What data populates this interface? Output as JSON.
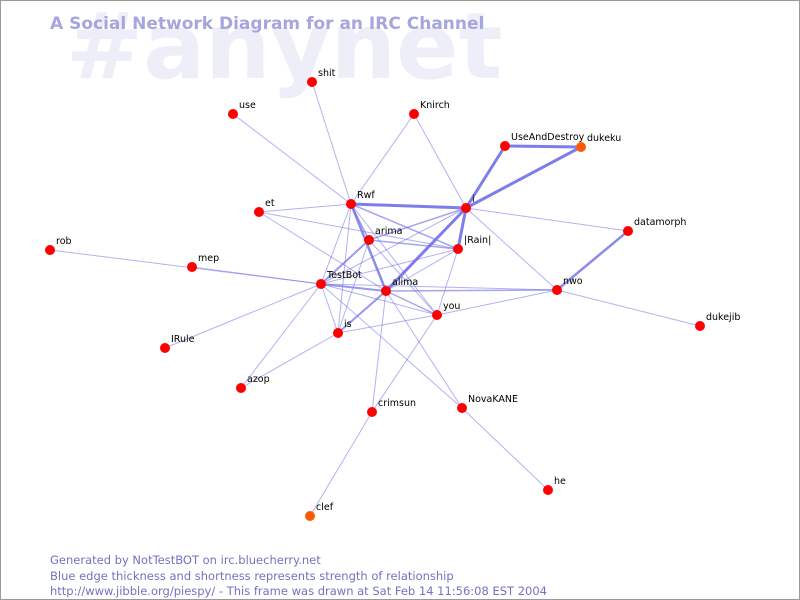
{
  "watermark": "#anynet",
  "title": "A Social Network Diagram for an IRC Channel",
  "footer": {
    "line1": "Generated by NotTestBOT on irc.bluecherry.net",
    "line2": "Blue edge thickness and shortness represents strength of relationship",
    "line3": "http://www.jibble.org/piespy/ - This frame was drawn at Sat Feb 14 11:56:08 EST 2004"
  },
  "colors": {
    "node": "#ff0000",
    "node_alt": "#ff5a00",
    "edge": "#6e6ee8"
  },
  "nodes": [
    {
      "id": "shit",
      "label": "shit"
    },
    {
      "id": "use",
      "label": "use"
    },
    {
      "id": "Knirch",
      "label": "Knirch"
    },
    {
      "id": "UseAndDestroy",
      "label": "UseAndDestroy"
    },
    {
      "id": "dukeku",
      "label": "dukeku",
      "alt": true
    },
    {
      "id": "Rwf",
      "label": "Rwf"
    },
    {
      "id": "et",
      "label": "et"
    },
    {
      "id": "i",
      "label": "i"
    },
    {
      "id": "arima",
      "label": "arima"
    },
    {
      "id": "Rain",
      "label": "|Rain|"
    },
    {
      "id": "datamorph",
      "label": "datamorph"
    },
    {
      "id": "rob",
      "label": "rob"
    },
    {
      "id": "mep",
      "label": "mep"
    },
    {
      "id": "TestBot",
      "label": "TestBot"
    },
    {
      "id": "alima",
      "label": "alima"
    },
    {
      "id": "nwo",
      "label": "nwo"
    },
    {
      "id": "you",
      "label": "you"
    },
    {
      "id": "dukejib",
      "label": "dukejib"
    },
    {
      "id": "is",
      "label": "is"
    },
    {
      "id": "IRule",
      "label": "IRule"
    },
    {
      "id": "azop",
      "label": "azop"
    },
    {
      "id": "crimsun",
      "label": "crimsun"
    },
    {
      "id": "NovaKANE",
      "label": "NovaKANE"
    },
    {
      "id": "he",
      "label": "he"
    },
    {
      "id": "clef",
      "label": "clef",
      "alt": true
    }
  ],
  "edges": [
    {
      "from": "i",
      "to": "UseAndDestroy",
      "weight": 3
    },
    {
      "from": "UseAndDestroy",
      "to": "dukeku",
      "weight": 3
    },
    {
      "from": "i",
      "to": "dukeku",
      "weight": 3
    },
    {
      "from": "Rwf",
      "to": "i",
      "weight": 3
    },
    {
      "from": "i",
      "to": "Rain",
      "weight": 3
    },
    {
      "from": "i",
      "to": "alima",
      "weight": 3
    },
    {
      "from": "datamorph",
      "to": "nwo",
      "weight": 2.5
    },
    {
      "from": "Rwf",
      "to": "alima",
      "weight": 2.5
    },
    {
      "from": "is",
      "to": "alima",
      "weight": 2
    },
    {
      "from": "arima",
      "to": "TestBot",
      "weight": 2
    },
    {
      "from": "TestBot",
      "to": "alima",
      "weight": 2
    },
    {
      "from": "Rwf",
      "to": "arima",
      "weight": 1.5
    },
    {
      "from": "arima",
      "to": "Rain",
      "weight": 1.5
    },
    {
      "from": "arima",
      "to": "i",
      "weight": 1.5
    },
    {
      "from": "Rwf",
      "to": "Rain",
      "weight": 1.5
    },
    {
      "from": "alima",
      "to": "you",
      "weight": 1.5
    },
    {
      "from": "alima",
      "to": "nwo",
      "weight": 1.5
    },
    {
      "from": "shit",
      "to": "Rwf",
      "weight": 1
    },
    {
      "from": "use",
      "to": "Rwf",
      "weight": 1
    },
    {
      "from": "Knirch",
      "to": "Rwf",
      "weight": 1
    },
    {
      "from": "Knirch",
      "to": "i",
      "weight": 1
    },
    {
      "from": "et",
      "to": "Rwf",
      "weight": 1
    },
    {
      "from": "et",
      "to": "Rain",
      "weight": 1
    },
    {
      "from": "et",
      "to": "alima",
      "weight": 1
    },
    {
      "from": "i",
      "to": "datamorph",
      "weight": 1
    },
    {
      "from": "i",
      "to": "nwo",
      "weight": 1
    },
    {
      "from": "i",
      "to": "TestBot",
      "weight": 1
    },
    {
      "from": "mep",
      "to": "TestBot",
      "weight": 1
    },
    {
      "from": "rob",
      "to": "TestBot",
      "weight": 1
    },
    {
      "from": "TestBot",
      "to": "Rain",
      "weight": 1
    },
    {
      "from": "TestBot",
      "to": "you",
      "weight": 1
    },
    {
      "from": "TestBot",
      "to": "is",
      "weight": 1
    },
    {
      "from": "TestBot",
      "to": "IRule",
      "weight": 1
    },
    {
      "from": "TestBot",
      "to": "azop",
      "weight": 1
    },
    {
      "from": "TestBot",
      "to": "NovaKANE",
      "weight": 1
    },
    {
      "from": "Rwf",
      "to": "TestBot",
      "weight": 1
    },
    {
      "from": "Rwf",
      "to": "is",
      "weight": 1
    },
    {
      "from": "Rwf",
      "to": "you",
      "weight": 1
    },
    {
      "from": "arima",
      "to": "you",
      "weight": 1
    },
    {
      "from": "arima",
      "to": "is",
      "weight": 1
    },
    {
      "from": "Rain",
      "to": "you",
      "weight": 1
    },
    {
      "from": "Rain",
      "to": "alima",
      "weight": 1
    },
    {
      "from": "alima",
      "to": "crimsun",
      "weight": 1
    },
    {
      "from": "alima",
      "to": "NovaKANE",
      "weight": 1
    },
    {
      "from": "you",
      "to": "nwo",
      "weight": 1
    },
    {
      "from": "you",
      "to": "is",
      "weight": 1
    },
    {
      "from": "TestBot",
      "to": "nwo",
      "weight": 1
    },
    {
      "from": "nwo",
      "to": "dukejib",
      "weight": 1
    },
    {
      "from": "you",
      "to": "crimsun",
      "weight": 1
    },
    {
      "from": "is",
      "to": "azop",
      "weight": 1
    },
    {
      "from": "NovaKANE",
      "to": "he",
      "weight": 1
    },
    {
      "from": "crimsun",
      "to": "clef",
      "weight": 1
    }
  ]
}
